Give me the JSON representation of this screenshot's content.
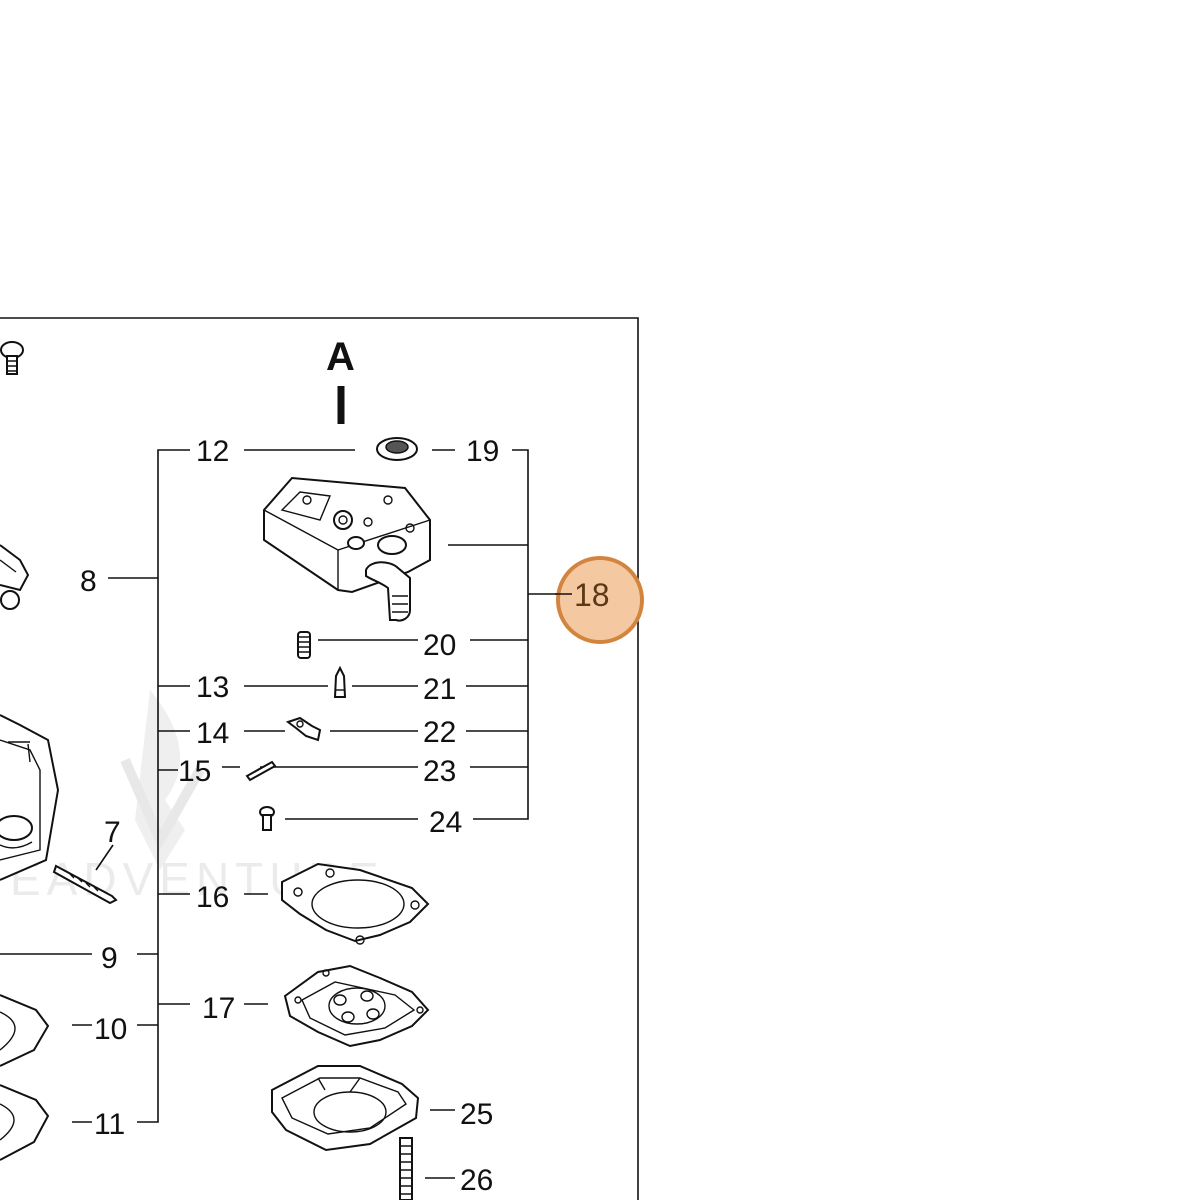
{
  "view_label": "A",
  "highlight": {
    "label": "18",
    "fill": "#f4c9a2",
    "stroke": "#d3843f"
  },
  "watermark": "EADVENTURE",
  "callouts": {
    "c7": "7",
    "c8": "8",
    "c9": "9",
    "c10": "10",
    "c11": "11",
    "c12": "12",
    "c13": "13",
    "c14": "14",
    "c15": "15",
    "c16": "16",
    "c17": "17",
    "c19": "19",
    "c20": "20",
    "c21": "21",
    "c22": "22",
    "c23": "23",
    "c24": "24",
    "c25": "25",
    "c26": "26"
  }
}
